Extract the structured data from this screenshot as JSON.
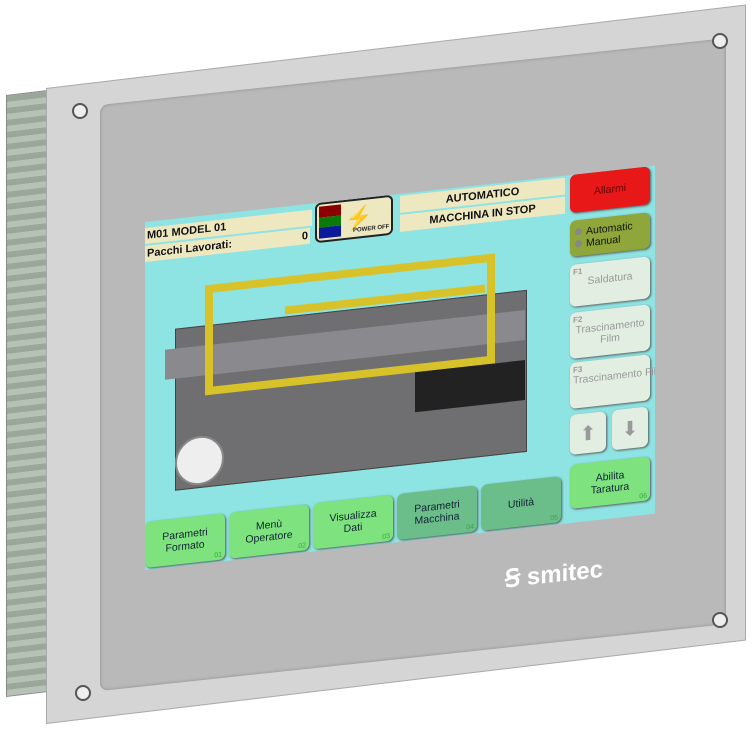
{
  "header": {
    "model": "M01 MODEL 01",
    "counter_label": "Pacchi Lavorati:",
    "counter_value": "0",
    "mode": "AUTOMATICO",
    "status": "MACCHINA IN STOP",
    "power_label": "POWER OFF"
  },
  "side": {
    "alarms": "Allarmi",
    "mode_options": [
      "Automatic",
      "Manual"
    ],
    "functions": [
      {
        "key": "F1",
        "label": "Saldatura"
      },
      {
        "key": "F2",
        "label": "Trascinamento Film"
      },
      {
        "key": "F3",
        "label": "Trascinamento Film -> Veloco"
      }
    ],
    "calibrate": {
      "label": "Abilita Taratura",
      "num": "06"
    }
  },
  "bottom": [
    {
      "label": "Parametri Formato",
      "num": "01"
    },
    {
      "label": "Menù Operatore",
      "num": "02"
    },
    {
      "label": "Visualizza Dati",
      "num": "03"
    },
    {
      "label": "Parametri Macchina",
      "num": "04"
    },
    {
      "label": "Utilità",
      "num": "05"
    }
  ],
  "brand": "smitec",
  "colors": {
    "screen_bg": "#8ee3e3",
    "alarm": "#e81818",
    "button": "#7ee37e",
    "bar": "#eee8c0"
  }
}
